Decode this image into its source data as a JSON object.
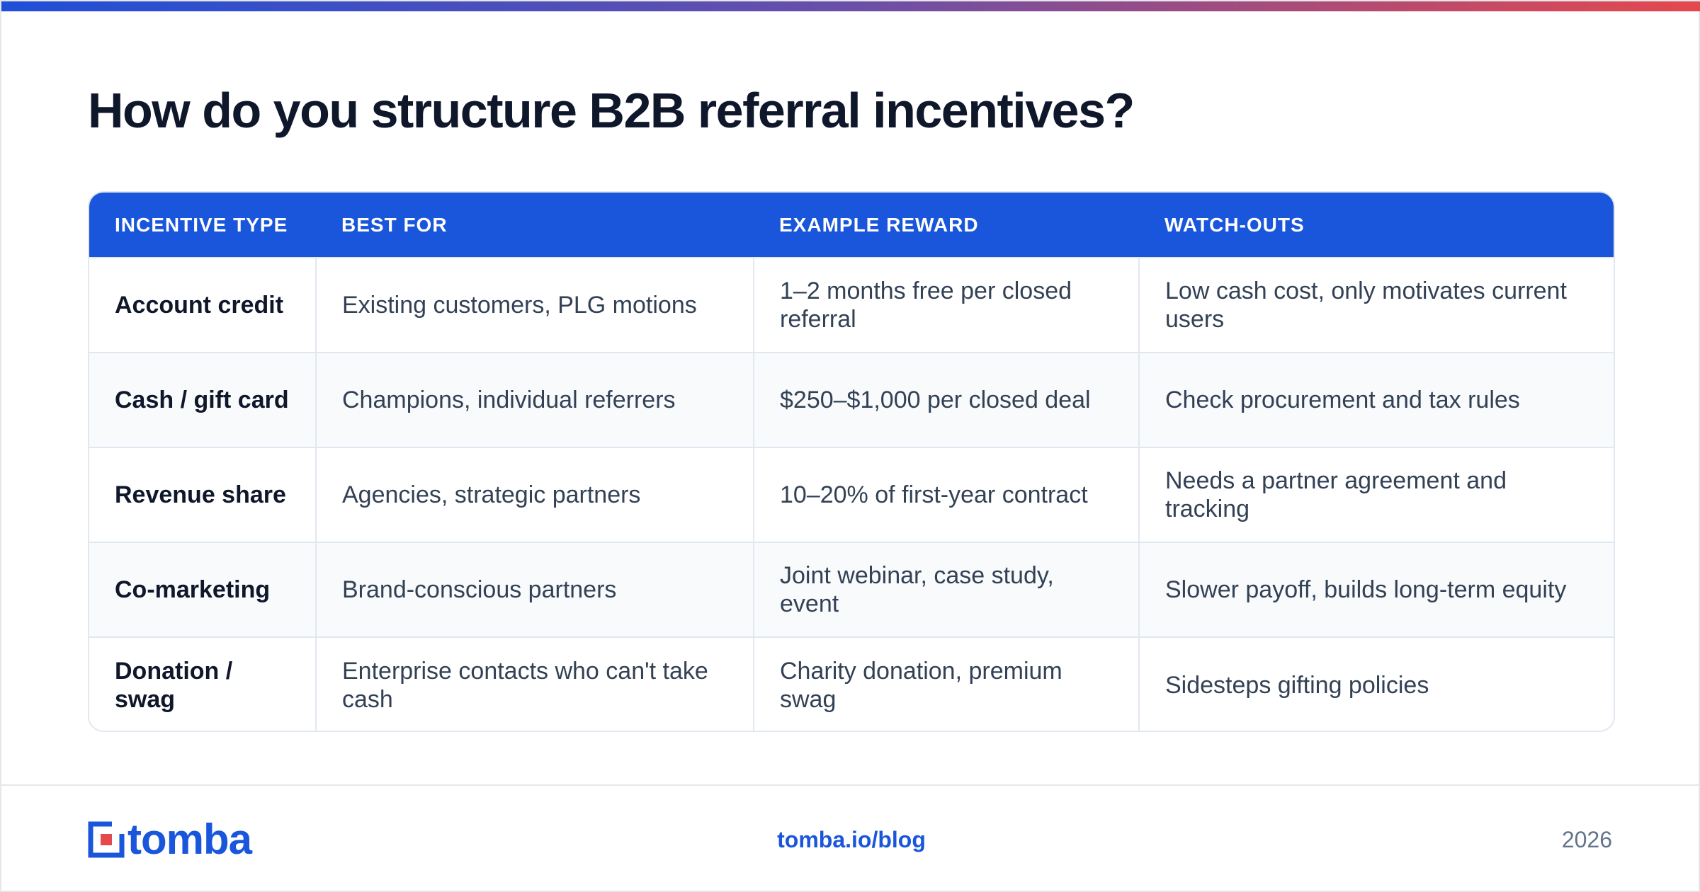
{
  "title": "How do you structure B2B referral incentives?",
  "table": {
    "headers": [
      "INCENTIVE TYPE",
      "BEST FOR",
      "EXAMPLE REWARD",
      "WATCH-OUTS"
    ],
    "rows": [
      [
        "Account credit",
        "Existing customers, PLG motions",
        "1–2 months free per closed referral",
        "Low cash cost, only motivates current users"
      ],
      [
        "Cash / gift card",
        "Champions, individual referrers",
        "$250–$1,000 per closed deal",
        "Check procurement and tax rules"
      ],
      [
        "Revenue share",
        "Agencies, strategic partners",
        "10–20% of first-year contract",
        "Needs a partner agreement and tracking"
      ],
      [
        "Co-marketing",
        "Brand-conscious partners",
        "Joint webinar, case study, event",
        "Slower payoff, builds long-term equity"
      ],
      [
        "Donation / swag",
        "Enterprise contacts who can't take cash",
        "Charity donation, premium swag",
        "Sidesteps gifting policies"
      ]
    ]
  },
  "footer": {
    "logo_text": "tomba",
    "link": "tomba.io/blog",
    "year": "2026"
  },
  "colors": {
    "accent": "#1a56db",
    "logo_red": "#e5484d",
    "gradient_start": "#1f4fd8",
    "gradient_end": "#e5484d"
  },
  "icons": [
    "tomba-logo-icon"
  ]
}
